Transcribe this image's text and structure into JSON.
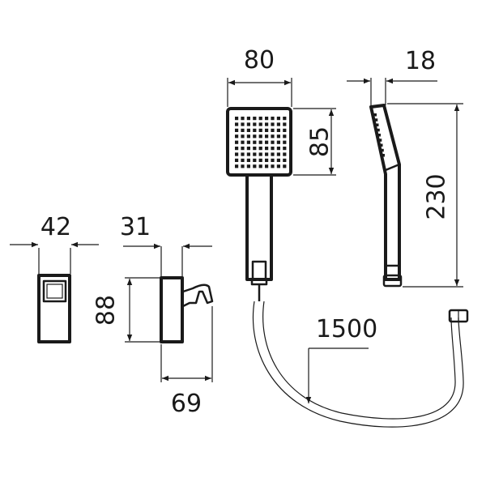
{
  "dimensions": {
    "head_width": "80",
    "head_height": "85",
    "head_thickness": "18",
    "shower_length": "230",
    "holder_width": "42",
    "holder_depth": "31",
    "holder_height": "88",
    "holder_projection": "69",
    "hose_length": "1500"
  },
  "colors": {
    "line": "#1a1a1a",
    "background": "#ffffff"
  }
}
